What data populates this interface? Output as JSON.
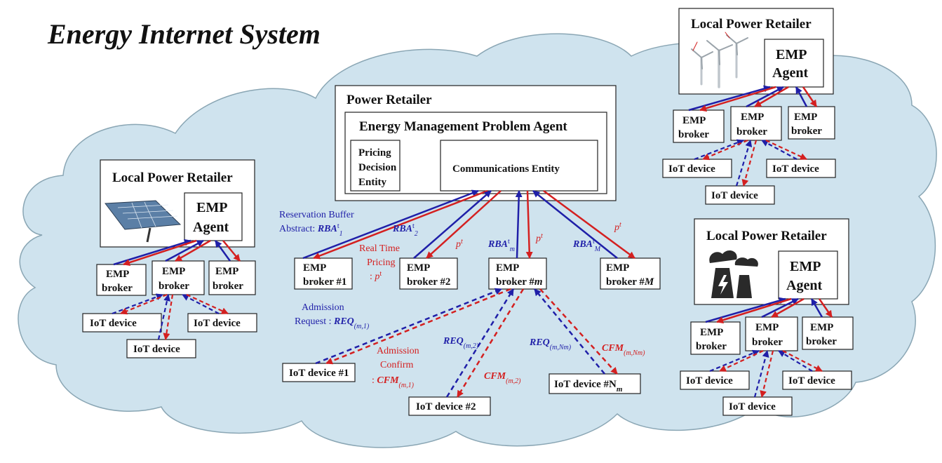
{
  "title": "Energy Internet System",
  "power_retailer": {
    "label": "Power Retailer",
    "emp_agent_label": "Energy Management Problem Agent",
    "pricing_entity": [
      "Pricing",
      "Decision",
      "Entity"
    ],
    "comm_entity": "Communications Entity"
  },
  "local_retailer_label": "Local Power Retailer",
  "emp": "EMP",
  "agent": "Agent",
  "broker": "broker",
  "iot_device": "IoT device",
  "center_brokers": {
    "b1": "broker #1",
    "b2": "broker #2",
    "bm_prefix": "broker #",
    "bm_suffix": "m",
    "bM_suffix": "M"
  },
  "center_iot": {
    "d1": "IoT device #1",
    "d2": "IoT device #2",
    "dn_prefix": "IoT device #N",
    "dn_sub": "m"
  },
  "labels": {
    "rba_line1": "Reservation Buffer",
    "rba_line2": "Abstract: ",
    "rba": "RBA",
    "t": "t",
    "sub1": "1",
    "sub2": "2",
    "subm": "m",
    "subM": "M",
    "rtp_line1": "Real Time",
    "rtp_line2": "Pricing",
    "rtp_line3": ": ",
    "p": "p",
    "adm_req_line1": "Admission",
    "adm_req_line2": "Request : ",
    "req": "REQ",
    "req_sub_1": "(m,1)",
    "req_sub_2": "(m,2)",
    "req_sub_n": "(m,Nm)",
    "adm_conf_line1": "Admission",
    "adm_conf_line2": "Confirm",
    "adm_conf_line3": ": ",
    "cfm": "CFM",
    "cfm_sub_1": "(m,1)",
    "cfm_sub_2": "(m,2)",
    "cfm_sub_n": "(m,Nm)"
  },
  "icons": [
    "solar-panel-icon",
    "wind-turbine-icon",
    "power-plant-icon"
  ],
  "colors": {
    "blue": "#1f1fa8",
    "red": "#d42020",
    "cloud": "#cfe3ee"
  }
}
